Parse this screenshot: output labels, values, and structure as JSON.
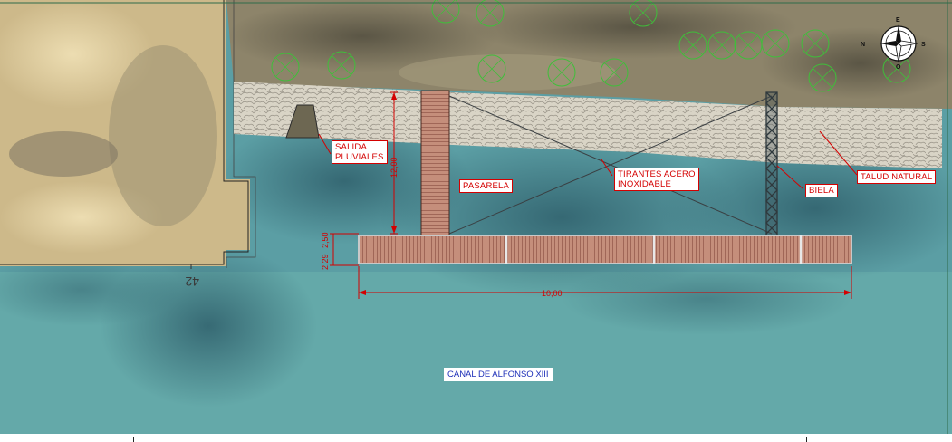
{
  "labels": {
    "salida_pluviales": "SALIDA\nPLUVIALES",
    "pasarela": "PASARELA",
    "tirantes": "TIRANTES ACERO\nINOXIDABLE",
    "biela": "BIELA",
    "talud_natural": "TALUD NATURAL",
    "canal": "CANAL DE ALFONSO XIII"
  },
  "dimensions": {
    "pasarela_length": "12,00",
    "pontoon_length": "10,00",
    "pontoon_width_a": "2,50",
    "pontoon_width_b": "2,29",
    "parcel_number": "42"
  },
  "compass": {
    "north": "N",
    "east": "E",
    "south": "S",
    "west": "O"
  },
  "colors": {
    "water": "#4f8e97",
    "sand": "#d9c597",
    "vegetation": "#8a8068",
    "riprap": "#d6d1c4",
    "annotation_red": "#d40000",
    "canal_text_blue": "#1d2fb8",
    "deck_wood": "#b87d6a",
    "biela_steel": "#3a4448",
    "tree_green": "#3fbf3a"
  }
}
